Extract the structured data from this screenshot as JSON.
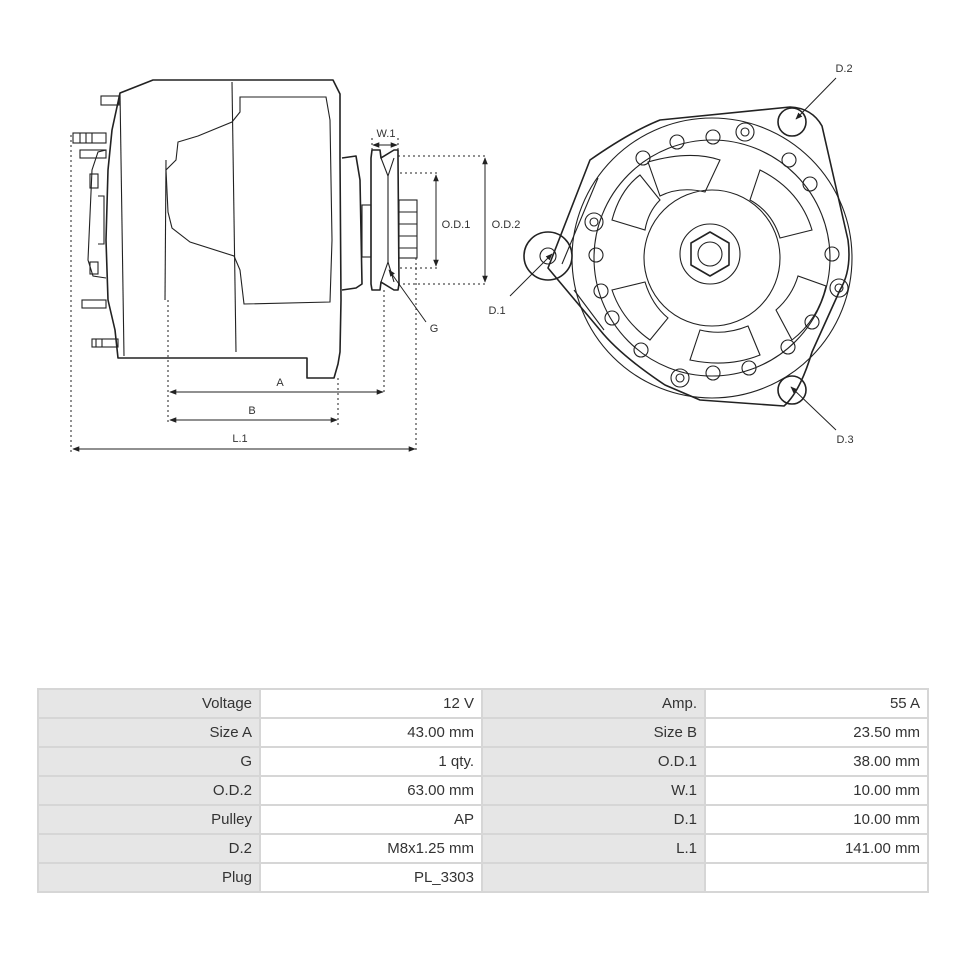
{
  "labels": {
    "a": "A",
    "b": "B",
    "l1": "L.1",
    "g": "G",
    "w1": "W.1",
    "od1": "O.D.1",
    "od2": "O.D.2",
    "d1": "D.1",
    "d2": "D.2",
    "d3": "D.3"
  },
  "specs": {
    "rows": [
      {
        "k1": "Voltage",
        "v1": "12 V",
        "k2": "Amp.",
        "v2": "55 A"
      },
      {
        "k1": "Size A",
        "v1": "43.00 mm",
        "k2": "Size B",
        "v2": "23.50 mm"
      },
      {
        "k1": "G",
        "v1": "1 qty.",
        "k2": "O.D.1",
        "v2": "38.00 mm"
      },
      {
        "k1": "O.D.2",
        "v1": "63.00 mm",
        "k2": "W.1",
        "v2": "10.00 mm"
      },
      {
        "k1": "Pulley",
        "v1": "AP",
        "k2": "D.1",
        "v2": "10.00 mm"
      },
      {
        "k1": "D.2",
        "v1": "M8x1.25 mm",
        "k2": "L.1",
        "v2": "141.00 mm"
      },
      {
        "k1": "Plug",
        "v1": "PL_3303",
        "k2": "",
        "v2": ""
      }
    ]
  }
}
